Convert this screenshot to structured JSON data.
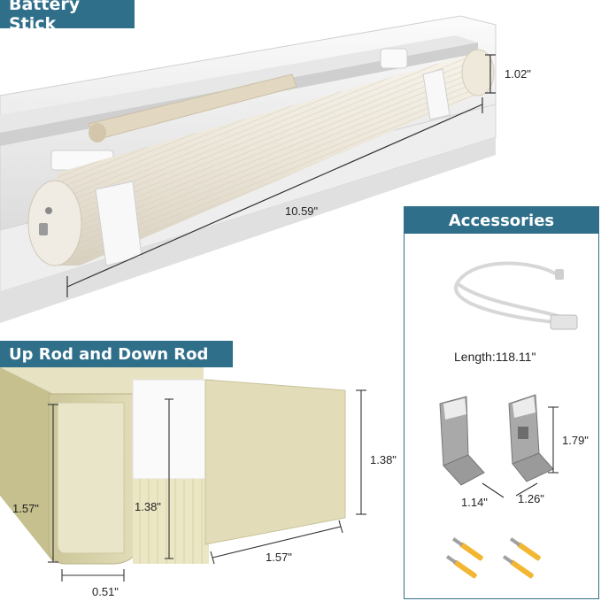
{
  "battery_stick": {
    "title": "Battery Stick",
    "width": "10.59\"",
    "height": "1.02\""
  },
  "accessories": {
    "title": "Accessories",
    "cable_length": "Length:118.11\"",
    "bracket_height": "1.79\"",
    "bracket_width_a": "1.14\"",
    "bracket_width_b": "1.26\""
  },
  "rods": {
    "title": "Up Rod and Down Rod",
    "front_height": "1.57\"",
    "inner_height": "1.38\"",
    "side_height": "1.38\"",
    "bottom_depth": "0.51\"",
    "bottom_width": "1.57\""
  },
  "colors": {
    "tag_blue": "#2f6f8a",
    "rod_beige": "#ddd8b0",
    "rail_white": "#f1f1f1"
  }
}
